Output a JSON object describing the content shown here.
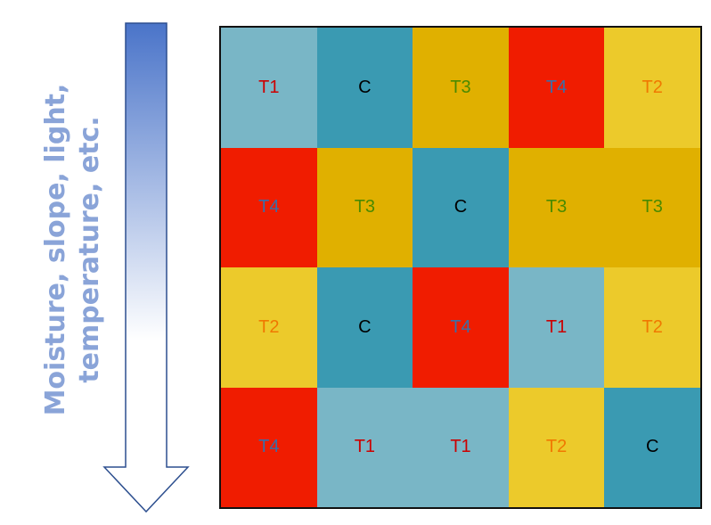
{
  "gradient_label": {
    "line1": "Moisture, slope, light,",
    "line2": "temperature, etc.",
    "color": "#8aa4d8"
  },
  "arrow": {
    "gradient_top": "#4a74c9",
    "gradient_bottom": "#ffffff",
    "outline": "#2d4f8f"
  },
  "colors": {
    "T1_bg": "#79b6c6",
    "C_bg": "#3a9ab2",
    "T3_bg": "#e0b000",
    "T4_bg": "#f01c00",
    "T2_bg": "#ecca2b",
    "T1_text": "#cc0000",
    "C_text": "#000000",
    "T3_text": "#4a8a00",
    "T4_text": "#3a6fa8",
    "T2_text": "#f07800"
  },
  "grid": {
    "rows": [
      [
        "T1",
        "C",
        "T3",
        "T4",
        "T2"
      ],
      [
        "T4",
        "T3",
        "C",
        "T3",
        "T3"
      ],
      [
        "T2",
        "C",
        "T4",
        "T1",
        "T2"
      ],
      [
        "T4",
        "T1",
        "T1",
        "T2",
        "C"
      ]
    ]
  }
}
